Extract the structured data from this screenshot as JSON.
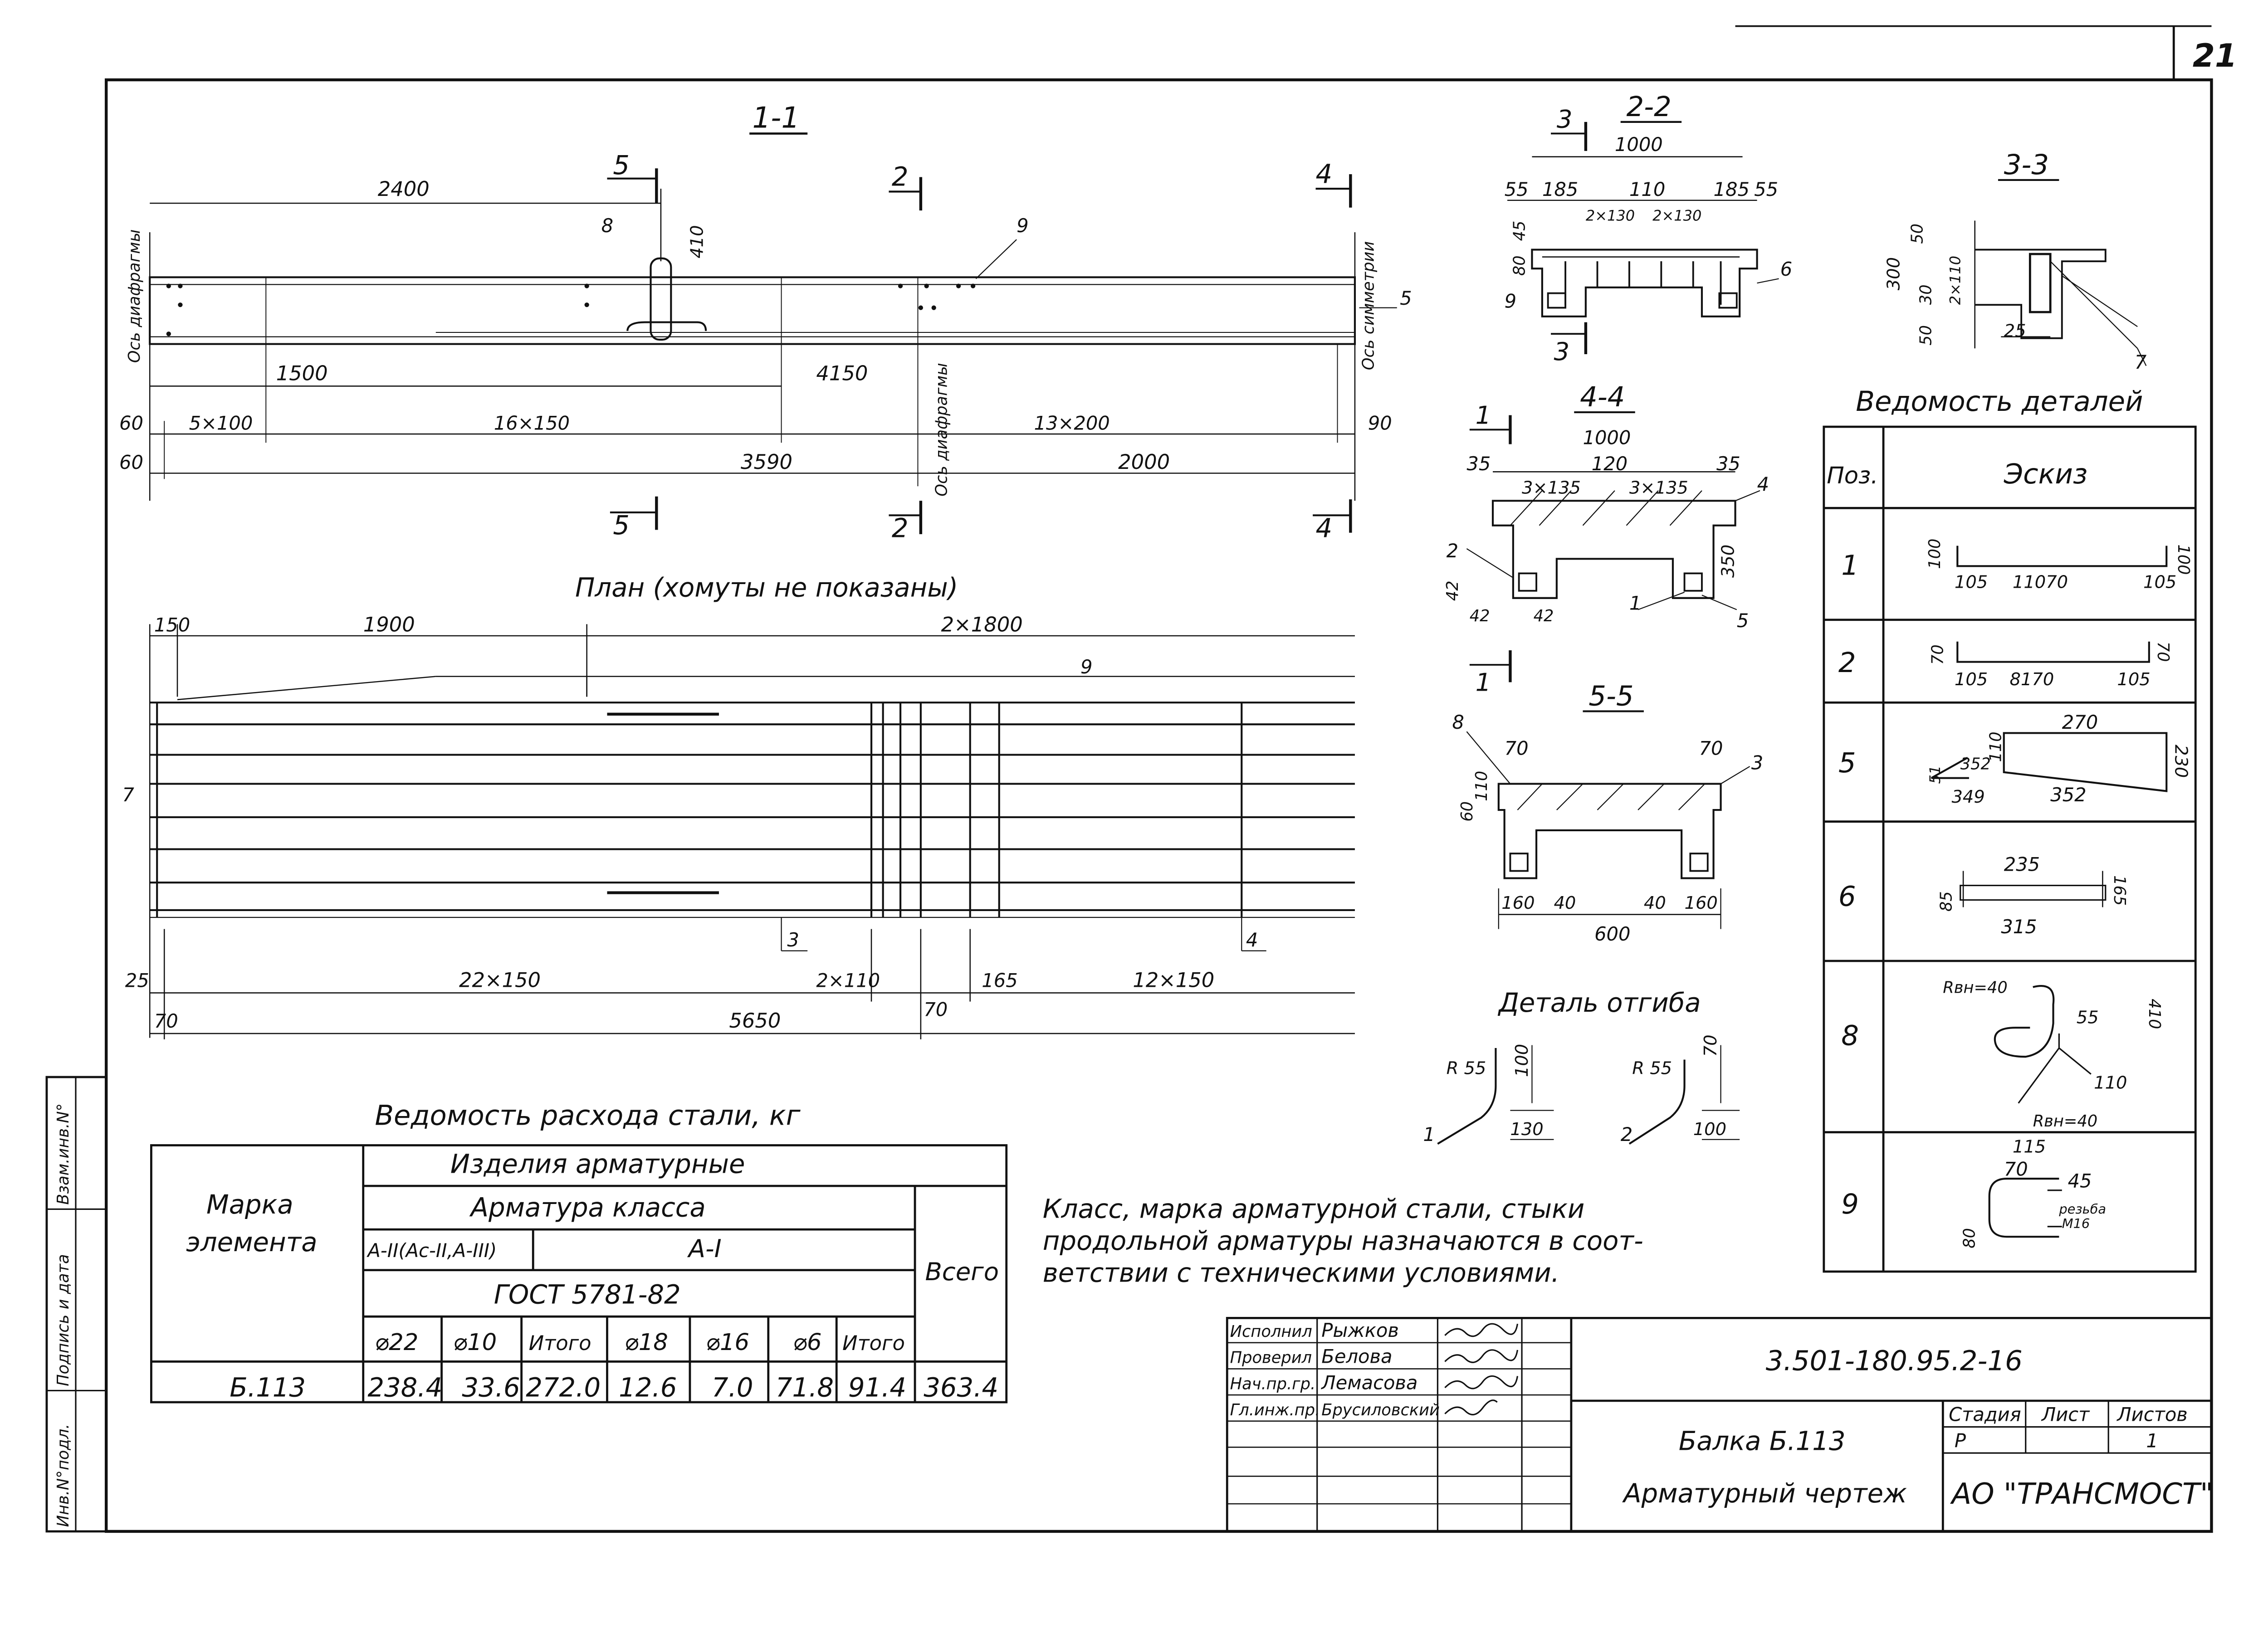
{
  "sheet_number": "21",
  "section_1_1": {
    "title": "1-1",
    "dims_top": [
      "2400"
    ],
    "dims_row1": [
      "1500",
      "4150"
    ],
    "dims_row2": [
      "60",
      "5×100",
      "16×150",
      "13×200",
      "90"
    ],
    "dims_row3": [
      "60",
      "3590",
      "2000"
    ],
    "cut_marks": [
      "5",
      "2",
      "4",
      "5",
      "2",
      "4"
    ],
    "callouts": [
      "8",
      "9",
      "5"
    ],
    "dim_410": "410",
    "axis_diaphragm_left": "Ось диафрагмы",
    "axis_diaphragm_mid": "Ось диафрагмы",
    "axis_symmetry": "Ось симметрии"
  },
  "plan": {
    "title": "План (хомуты не показаны)",
    "dims_top": [
      "150",
      "1900",
      "2×1800"
    ],
    "callouts": [
      "9",
      "7",
      "3",
      "4"
    ],
    "dims_bottom": [
      "25",
      "22×150",
      "2×110",
      "165",
      "12×150"
    ],
    "dims_total": [
      "70",
      "5650",
      "70"
    ]
  },
  "section_2_2": {
    "title": "2-2",
    "cut": "3",
    "cut_bottom": "3",
    "dims": [
      "1000",
      "55",
      "185",
      "110",
      "185",
      "55",
      "2×130",
      "2×130",
      "80",
      "45"
    ],
    "callouts": [
      "9",
      "6"
    ]
  },
  "section_3_3": {
    "title": "3-3",
    "dims": [
      "50",
      "300",
      "2×110",
      "30",
      "50",
      "25"
    ],
    "callouts": [
      "7"
    ]
  },
  "section_4_4": {
    "title": "4-4",
    "cut": "1",
    "cut_bottom": "1",
    "dims": [
      "1000",
      "35",
      "120",
      "35",
      "3×135",
      "3×135",
      "350",
      "42",
      "42",
      "42"
    ],
    "callouts": [
      "4",
      "2",
      "1",
      "5"
    ]
  },
  "section_5_5": {
    "title": "5-5",
    "dims": [
      "70",
      "70",
      "110",
      "60",
      "160",
      "40",
      "40",
      "160",
      "600"
    ],
    "callouts": [
      "8",
      "3"
    ]
  },
  "bend_detail": {
    "title": "Деталь отгиба",
    "left": {
      "r": "R 55",
      "h": "100",
      "w": "130",
      "pos": "1"
    },
    "right": {
      "r": "R 55",
      "h": "70",
      "w": "100",
      "pos": "2"
    }
  },
  "parts_schedule": {
    "title": "Ведомость деталей",
    "headers": [
      "Поз.",
      "Эскиз"
    ],
    "rows": [
      {
        "pos": "1",
        "labels": [
          "100",
          "105",
          "11070",
          "105",
          "100"
        ]
      },
      {
        "pos": "2",
        "labels": [
          "70",
          "105",
          "8170",
          "105",
          "70"
        ]
      },
      {
        "pos": "5",
        "labels": [
          "51",
          "352",
          "349",
          "110",
          "270",
          "352",
          "230"
        ]
      },
      {
        "pos": "6",
        "labels": [
          "235",
          "85",
          "315",
          "165"
        ]
      },
      {
        "pos": "8",
        "labels": [
          "Rвн=40",
          "55",
          "410",
          "110",
          "Rвн=40"
        ]
      },
      {
        "pos": "9",
        "labels": [
          "115",
          "70",
          "45",
          "80",
          "резьба",
          "M16"
        ]
      }
    ]
  },
  "steel_table": {
    "title": "Ведомость расхода стали, кг",
    "h_mark": "Марка элемента",
    "h_products": "Изделия арматурные",
    "h_class": "Арматура класса",
    "h_class_1": "А-II(Ас-II,А-III)",
    "h_class_2": "А-I",
    "h_gost": "ГОСТ 5781-82",
    "h_total": "Всего",
    "cols": [
      "⌀22",
      "⌀10",
      "Итого",
      "⌀18",
      "⌀16",
      "⌀6",
      "Итого"
    ],
    "row": [
      "Б.113",
      "238.4",
      "33.6",
      "272.0",
      "12.6",
      "7.0",
      "71.8",
      "91.4",
      "363.4"
    ]
  },
  "note": [
    "Класс, марка арматурной стали, стыки",
    "продольной арматуры назначаются в соот-",
    "ветствии с техническими условиями."
  ],
  "title_block": {
    "code": "3.501-180.95.2-16",
    "name": "Балка Б.113",
    "subtitle": "Арматурный чертеж",
    "org": "АО \"ТРАНСМОСТ\"",
    "stage_h": "Стадия",
    "sheet_h": "Лист",
    "sheets_h": "Листов",
    "stage": "Р",
    "sheets": "1",
    "people": [
      {
        "role": "Исполнил",
        "name": "Рыжков"
      },
      {
        "role": "Проверил",
        "name": "Белова"
      },
      {
        "role": "Нач.пр.гр.",
        "name": "Лемасова"
      },
      {
        "role": "Гл.инж.пр.",
        "name": "Брусиловский"
      }
    ]
  },
  "side_stamp": [
    "Инв.N°подл.",
    "Подпись и дата",
    "Взам.инв.N°"
  ]
}
